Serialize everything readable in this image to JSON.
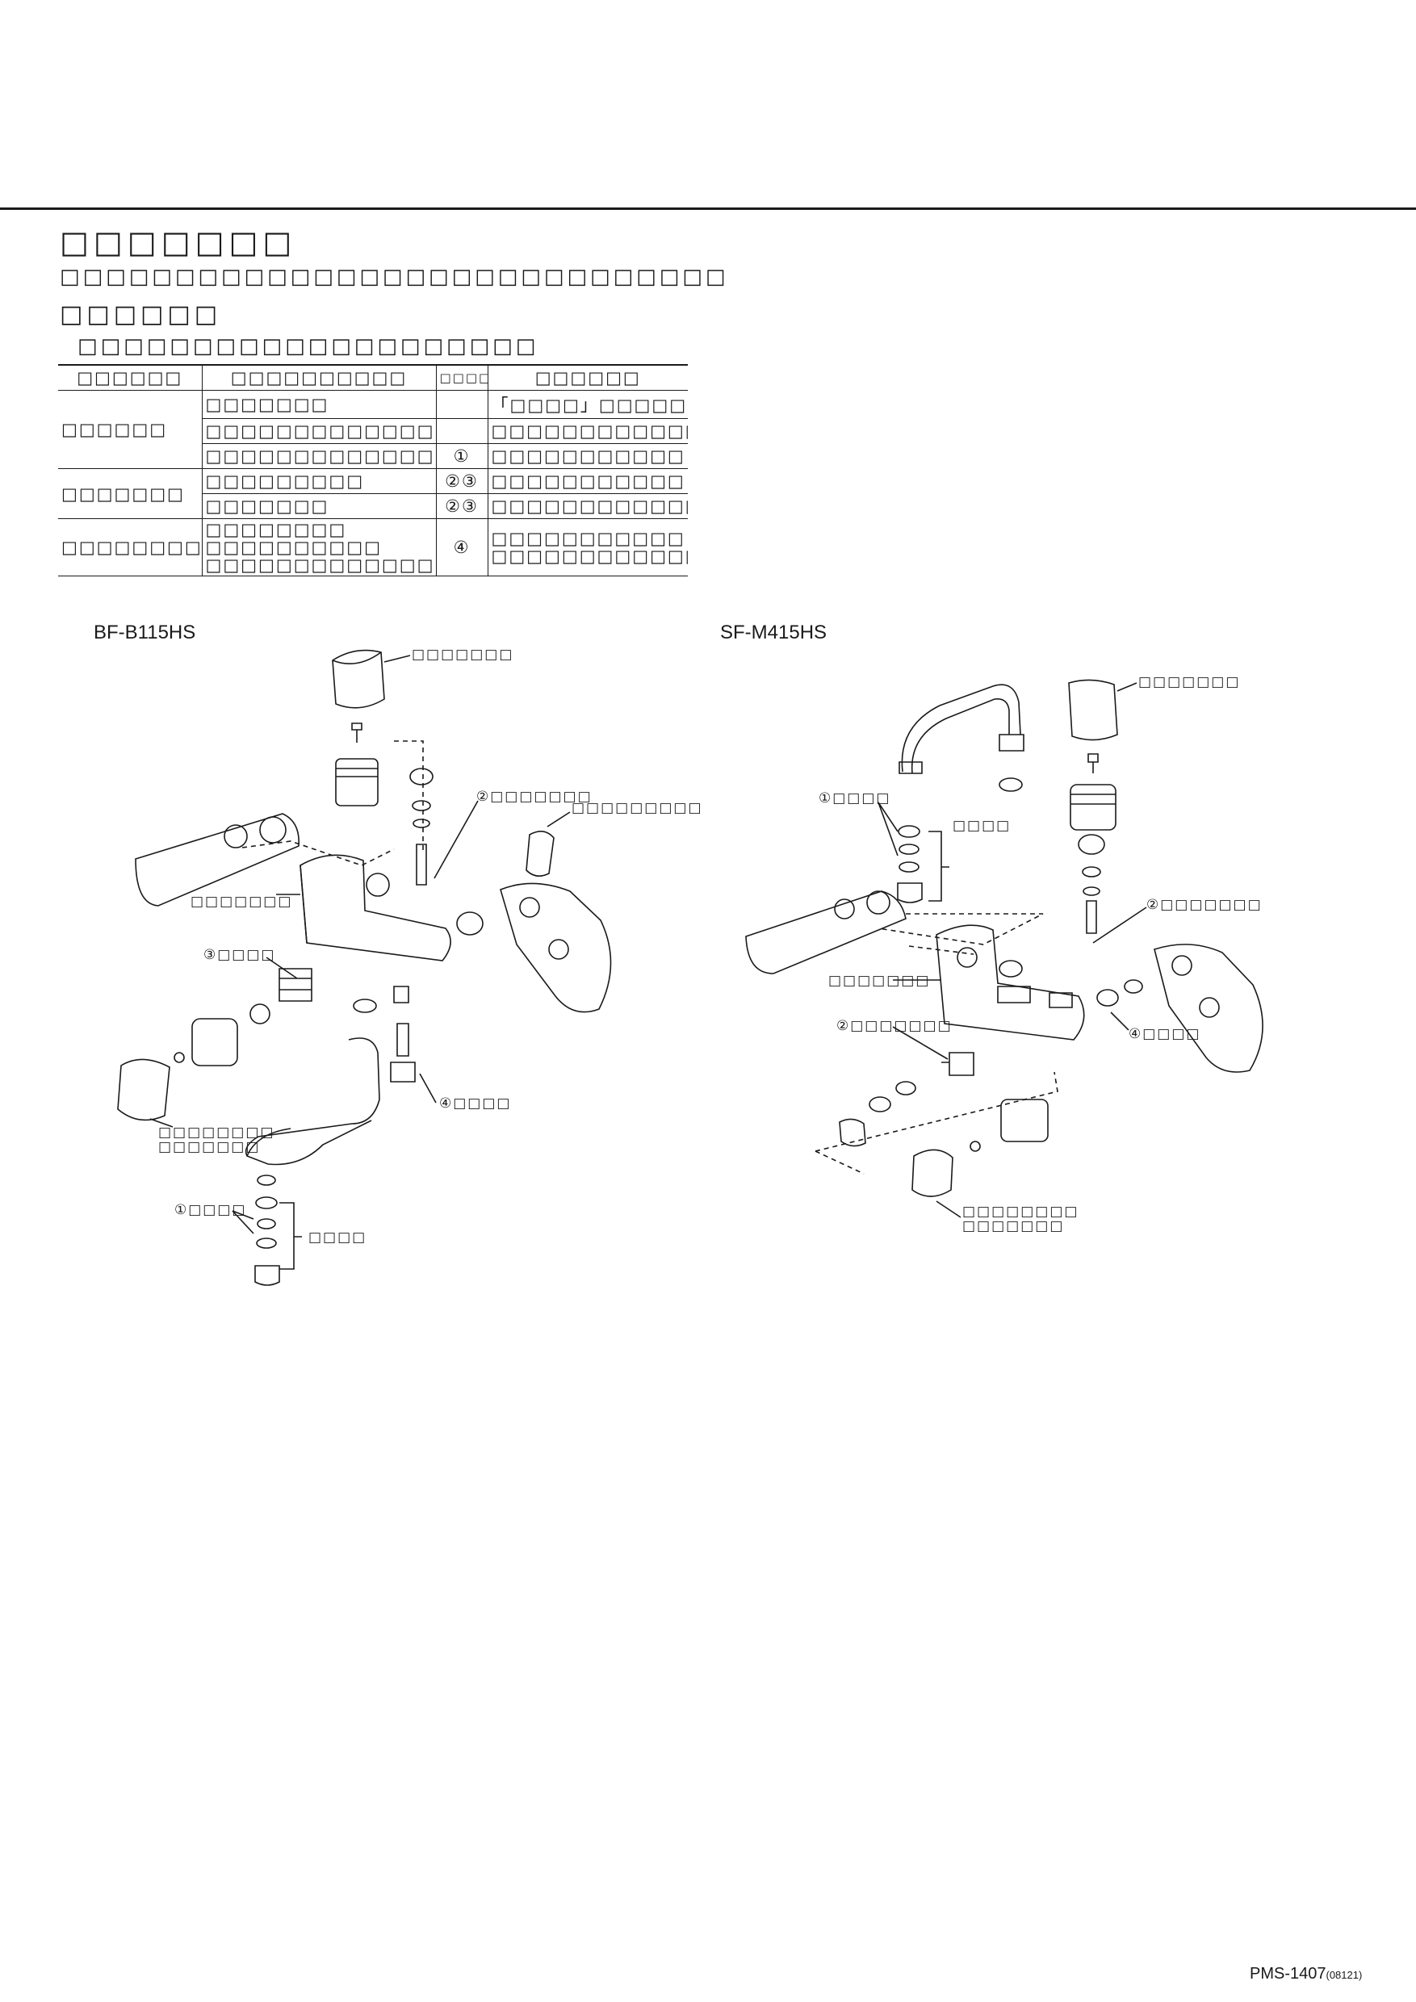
{
  "header": {
    "title": "□□□□□□□",
    "intro": "□□□□□□□□□□□□□□□□□□□□□□□□□□□□□",
    "section": "□□□□□□",
    "section_intro": "□□□□□□□□□□□□□□□□□□□□"
  },
  "table": {
    "headers": [
      "□□□□□□",
      "□□□□□□□□□□",
      "□□□□",
      "□□□□□□"
    ],
    "groups": [
      {
        "label": "□□□□□□",
        "rows": [
          {
            "cause": "□□□□□□□",
            "mark": "",
            "remedy": "「□□□□」□□□□□"
          },
          {
            "cause": "□□□□□□□□□□□□□□□",
            "mark": "",
            "remedy": "□□□□□□□□□□□□□□"
          },
          {
            "cause": "□□□□□□□□□□□□□□",
            "mark": "①",
            "remedy": "□□□□□□□□□□□"
          }
        ]
      },
      {
        "label": "□□□□□□□",
        "rows": [
          {
            "cause": "□□□□□□□□□",
            "mark": "②③",
            "remedy": "□□□□□□□□□□□"
          },
          {
            "cause": "□□□□□□□",
            "mark": "②③",
            "remedy": "□□□□□□□□□□□□□□"
          }
        ]
      },
      {
        "label": "□□□□□□□□",
        "rows": [
          {
            "cause_lines": [
              "□□□□□□□□",
              "□□□□□□□□□□",
              "□□□□□□□□□□□□□□□"
            ],
            "mark": "④",
            "remedy_lines": [
              "□□□□□□□□□□□",
              "□□□□□□□□□□□□□□"
            ]
          }
        ]
      }
    ]
  },
  "diagram_left": {
    "model": "BF-B115HS",
    "labels": {
      "handle": "□□□□□□□",
      "headpart2": "②□□□□□□□",
      "elbow": "□□□□□□□□□",
      "body": "□□□□□□□",
      "packing3": "③□□□□",
      "strainer4": "④□□□□",
      "spout_a": "□□□□□□□□",
      "spout_b": "□□□□□□□",
      "filter1": "①□□□□",
      "aerator": "□□□□"
    }
  },
  "diagram_right": {
    "model": "SF-M415HS",
    "labels": {
      "handle": "□□□□□□□",
      "filter1": "①□□□□",
      "aerator": "□□□□",
      "headpart2_top": "②□□□□□□□",
      "body": "□□□□□□□",
      "headpart2_left": "②□□□□□□□",
      "strainer4": "④□□□□",
      "handle2_a": "□□□□□□□□",
      "handle2_b": "□□□□□□□"
    }
  },
  "footer": {
    "code": "PMS-1407",
    "sub": "(08121)"
  }
}
